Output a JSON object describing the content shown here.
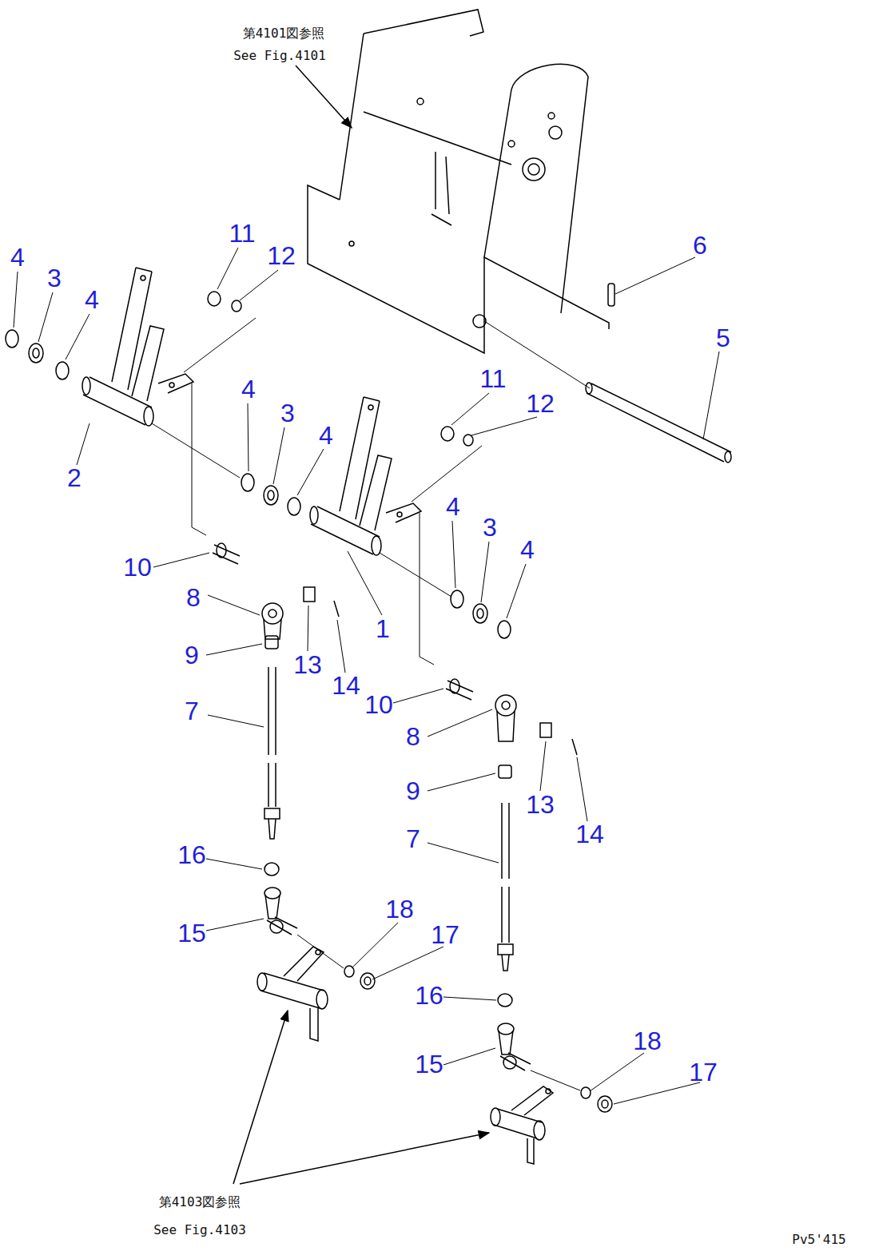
{
  "diagram": {
    "labels": [
      "第4101図参照",
      "See Fig.4101",
      "4",
      "3",
      "4",
      "11",
      "12",
      "6",
      "5",
      "11",
      "12",
      "4",
      "3",
      "4",
      "2",
      "4",
      "3",
      "4",
      "10",
      "8",
      "1",
      "9",
      "13",
      "14",
      "10",
      "7",
      "8",
      "9",
      "13",
      "14",
      "7",
      "16",
      "18",
      "17",
      "15",
      "16",
      "18",
      "15",
      "17",
      "第4103図参照",
      "See Fig.4103",
      "Pv5'415"
    ]
  }
}
